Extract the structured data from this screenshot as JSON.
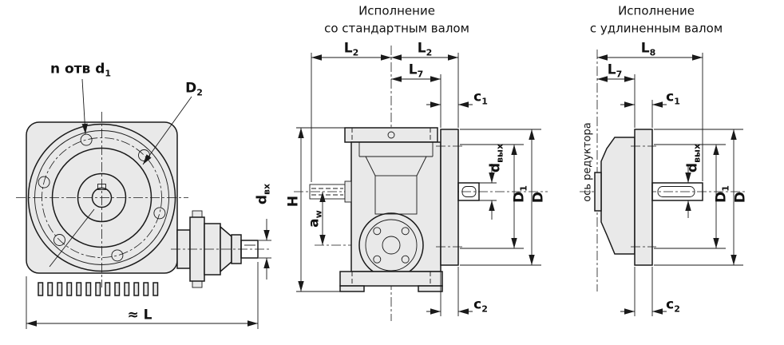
{
  "drawing": {
    "background": "#ffffff",
    "line_color": "#1a1a1a",
    "body_fill": "#e9e9e9"
  },
  "titles": {
    "standard_line1": "Исполнение",
    "standard_line2": "со стандартным валом",
    "extended_line1": "Исполнение",
    "extended_line2": "с удлиненным валом"
  },
  "front_view": {
    "holes_label": {
      "main": "n отв d",
      "sub": "1"
    },
    "flange_diameter": {
      "main": "D",
      "sub": "2"
    },
    "input_shaft_diameter": {
      "main": "d",
      "sub": "вх"
    },
    "overall_length": "≈ L"
  },
  "standard_view": {
    "l2_left": {
      "main": "L",
      "sub": "2"
    },
    "l2_right": {
      "main": "L",
      "sub": "2"
    },
    "l7": {
      "main": "L",
      "sub": "7"
    },
    "c1": {
      "main": "c",
      "sub": "1"
    },
    "height": "H",
    "center_distance": {
      "main": "a",
      "sub": "w"
    },
    "output_shaft_diameter": {
      "main": "d",
      "sub": "вых"
    },
    "bolt_circle_diameter": {
      "main": "D",
      "sub": "1"
    },
    "flange_outer_diameter": "D",
    "c2": {
      "main": "c",
      "sub": "2"
    }
  },
  "extended_view": {
    "l8": {
      "main": "L",
      "sub": "8"
    },
    "l7": {
      "main": "L",
      "sub": "7"
    },
    "c1": {
      "main": "c",
      "sub": "1"
    },
    "axis_label": "ось редуктора",
    "output_shaft_diameter": {
      "main": "d",
      "sub": "вых"
    },
    "bolt_circle_diameter": {
      "main": "D",
      "sub": "1"
    },
    "flange_outer_diameter": "D",
    "c2": {
      "main": "c",
      "sub": "2"
    }
  }
}
